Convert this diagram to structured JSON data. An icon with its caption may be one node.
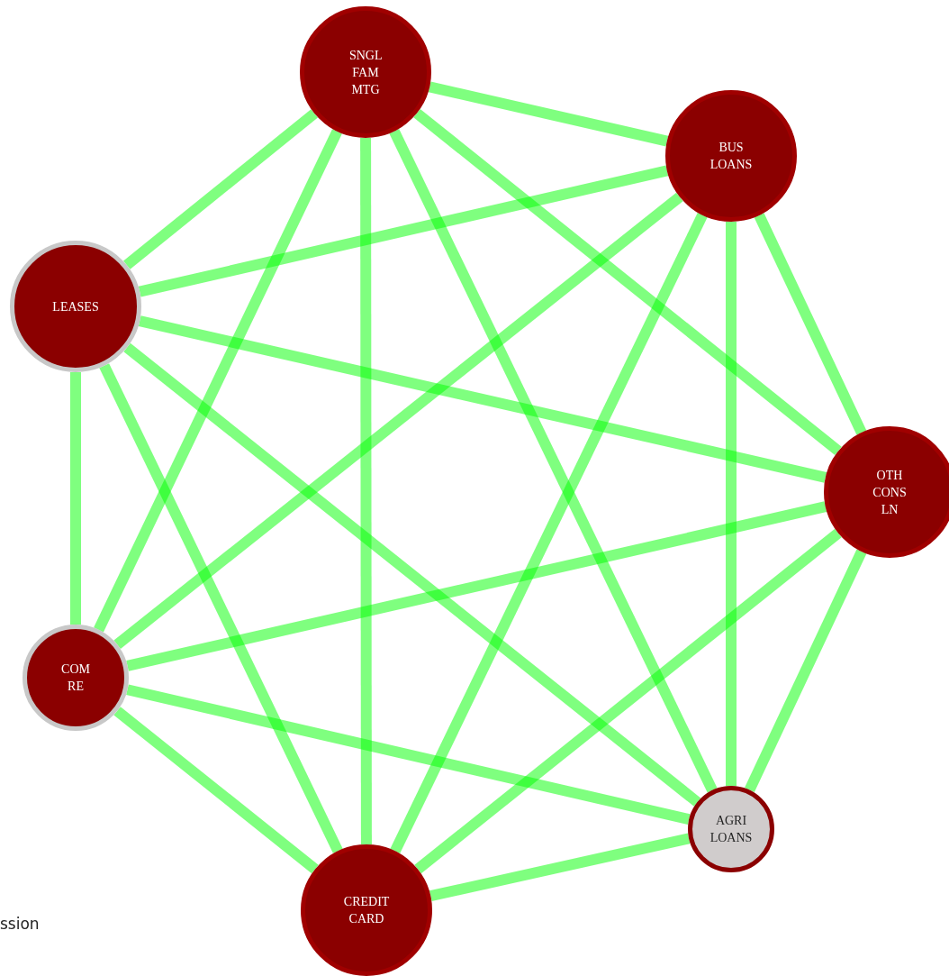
{
  "diagram": {
    "nodes": [
      {
        "text": [
          "SNGL FAM MTG"
        ]
      },
      {
        "text": [
          "BUS LOANS"
        ]
      },
      {
        "text": [
          "LEASES"
        ]
      },
      {
        "text": [
          "OTH CONS LN"
        ]
      },
      {
        "text": [
          "COM RE"
        ]
      },
      {
        "text": [
          "AGRI LOANS"
        ]
      },
      {
        "text": [
          "CREDIT CARD"
        ]
      }
    ],
    "edges": [
      {
        "from": 0,
        "to": 1,
        "arrow": "none"
      },
      {
        "from": 0,
        "to": 2,
        "arrow": "none"
      },
      {
        "from": 0,
        "to": 3,
        "arrow": "none"
      },
      {
        "from": 0,
        "to": 4,
        "arrow": "none"
      },
      {
        "from": 0,
        "to": 5,
        "arrow": "none"
      },
      {
        "from": 0,
        "to": 6,
        "arrow": "none"
      },
      {
        "from": 1,
        "to": 2,
        "arrow": "none"
      },
      {
        "from": 1,
        "to": 3,
        "arrow": "none"
      },
      {
        "from": 1,
        "to": 4,
        "arrow": "none"
      },
      {
        "from": 1,
        "to": 5,
        "arrow": "none"
      },
      {
        "from": 1,
        "to": 6,
        "arrow": "none"
      },
      {
        "from": 2,
        "to": 3,
        "arrow": "none"
      },
      {
        "from": 2,
        "to": 4,
        "arrow": "none"
      },
      {
        "from": 2,
        "to": 5,
        "arrow": "none"
      },
      {
        "from": 2,
        "to": 6,
        "arrow": "none"
      },
      {
        "from": 3,
        "to": 4,
        "arrow": "none"
      },
      {
        "from": 3,
        "to": 5,
        "arrow": "none"
      },
      {
        "from": 3,
        "to": 6,
        "arrow": "none"
      },
      {
        "from": 4,
        "to": 5,
        "arrow": "none"
      },
      {
        "from": 4,
        "to": 6,
        "arrow": "none"
      },
      {
        "from": 5,
        "to": 6,
        "arrow": "none"
      }
    ],
    "labels": [
      "ssion"
    ]
  }
}
